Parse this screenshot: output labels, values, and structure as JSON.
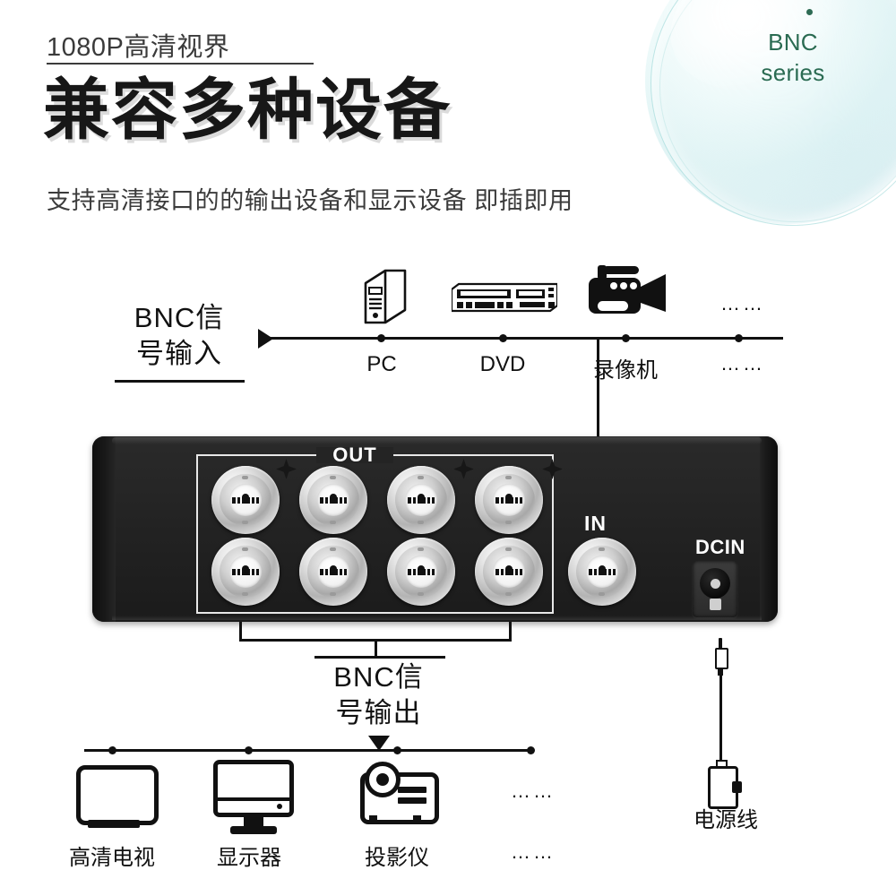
{
  "header": {
    "kicker": "1080P高清视界",
    "headline": "兼容多种设备",
    "subhead": "支持高清接口的的输出设备和显示设备 即插即用"
  },
  "badge": {
    "line1": "BNC",
    "line2": "series",
    "color": "#2a6b52",
    "dot_count": 3
  },
  "input_section": {
    "callout_line1": "BNC信",
    "callout_line2": "号输入",
    "devices": [
      {
        "label": "PC",
        "icon": "pc-tower-icon"
      },
      {
        "label": "DVD",
        "icon": "dvd-player-icon"
      },
      {
        "label": "录像机",
        "icon": "camcorder-icon"
      },
      {
        "label": "……",
        "icon": "ellipsis-icon"
      }
    ],
    "ellipsis_top": "……",
    "ellipsis_bottom": "……"
  },
  "device": {
    "out_label": "OUT",
    "in_label": "IN",
    "dcin_label": "DCIN",
    "out_port_count": 8,
    "in_port_count": 1,
    "body_color": "#242424",
    "frame_color": "#e8e8e8"
  },
  "output_section": {
    "callout_line1": "BNC信",
    "callout_line2": "号输出",
    "devices": [
      {
        "label": "高清电视",
        "icon": "tv-icon"
      },
      {
        "label": "显示器",
        "icon": "monitor-icon"
      },
      {
        "label": "投影仪",
        "icon": "projector-icon"
      },
      {
        "label": "……",
        "icon": "ellipsis-icon"
      }
    ],
    "ellipsis_top": "……",
    "ellipsis_bottom": "……"
  },
  "power": {
    "label": "电源线",
    "icon": "power-adapter-icon"
  }
}
